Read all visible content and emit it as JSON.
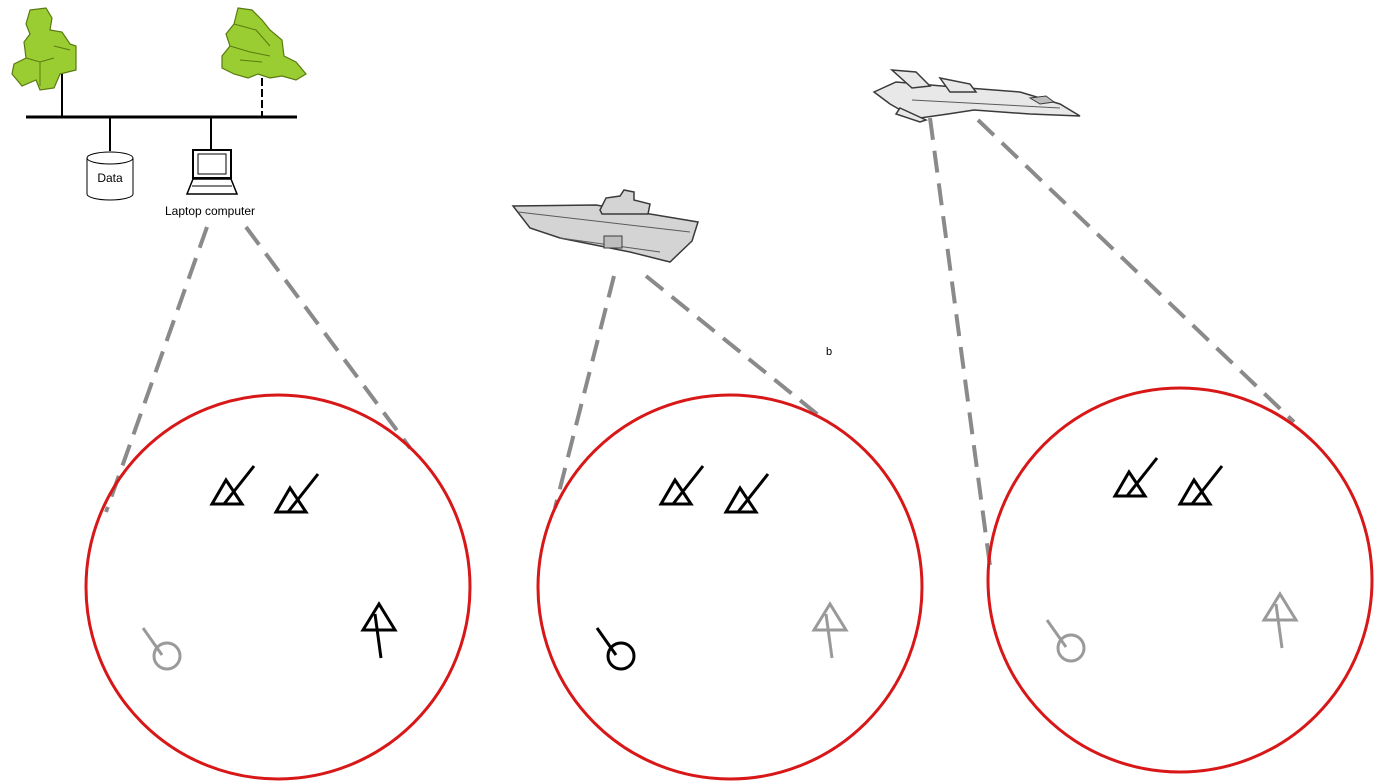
{
  "network": {
    "data_label": "Data",
    "laptop_label": "Laptop computer"
  },
  "stray_mark": "b",
  "colors": {
    "circle": "#d81818",
    "dash": "#8a8a8a",
    "track_active": "#000000",
    "track_faded": "#9a9a9a",
    "operator": "#9acd32",
    "operator_dark": "#5a7a10",
    "vehicle": "#d4d4d4"
  },
  "views": [
    {
      "source": "laptop-computer",
      "symbols": [
        "unknown-track",
        "unknown-track",
        "surface-track-faded",
        "air-track-active"
      ]
    },
    {
      "source": "ship",
      "symbols": [
        "unknown-track",
        "unknown-track",
        "surface-track-active",
        "air-track-faded"
      ]
    },
    {
      "source": "aircraft",
      "symbols": [
        "unknown-track",
        "unknown-track",
        "surface-track-faded",
        "air-track-faded"
      ]
    }
  ]
}
